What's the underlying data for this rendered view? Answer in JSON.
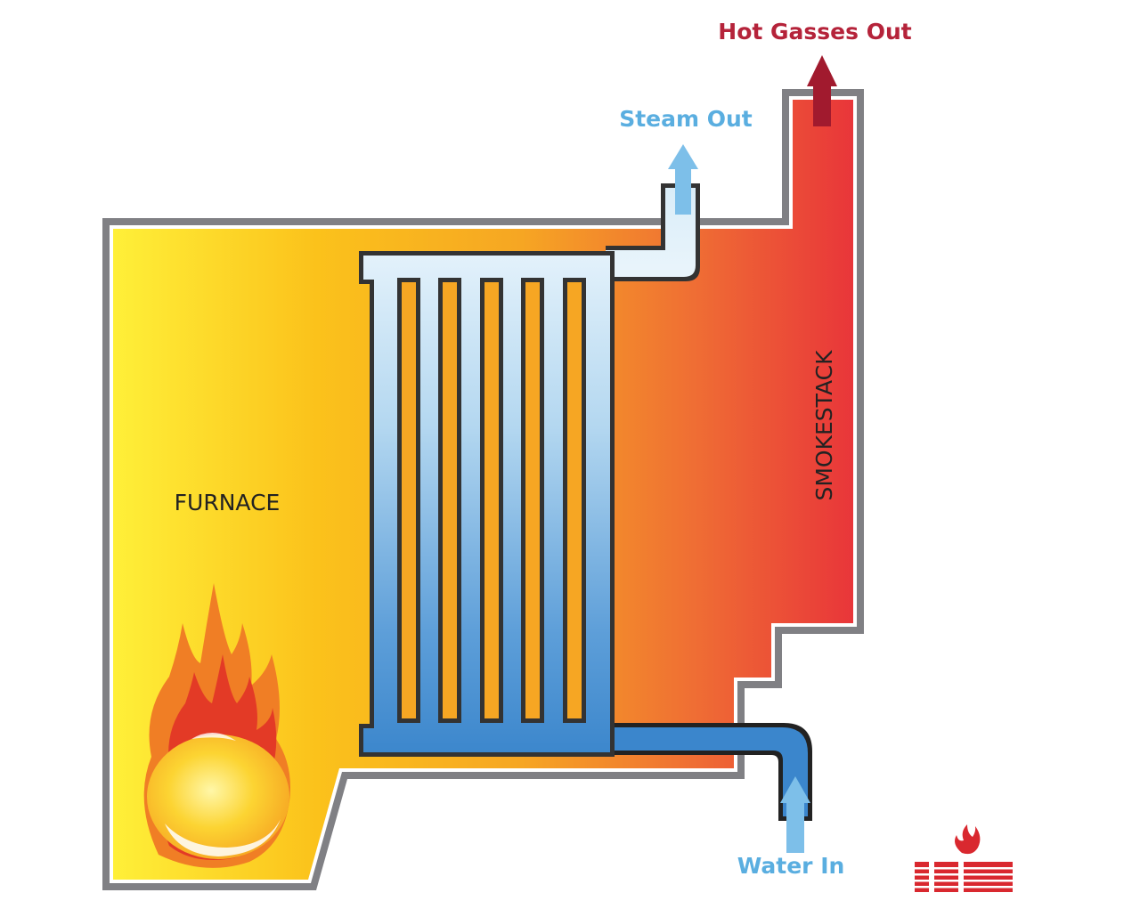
{
  "labels": {
    "hot_gasses_out": "Hot Gasses Out",
    "steam_out": "Steam Out",
    "water_in": "Water In",
    "furnace": "FURNACE",
    "smokestack": "SMOKESTACK"
  },
  "colors": {
    "hot_gas_label": "#b5233a",
    "hot_gas_arrow": "#a11a2e",
    "steam_label": "#5aaee0",
    "water_label": "#5aaee0",
    "furnace_yellow": "#fff23a",
    "furnace_orange": "#f6a623",
    "smokestack_red": "#e8323a",
    "tube_light": "#e4f2fb",
    "tube_blue": "#3b86cc",
    "tube_dark": "#1d5d9e",
    "wall_gray": "#808084",
    "logo_red": "#d9282f"
  },
  "icons": {
    "flame": "flame-icon",
    "logo": "ibm-logo"
  }
}
